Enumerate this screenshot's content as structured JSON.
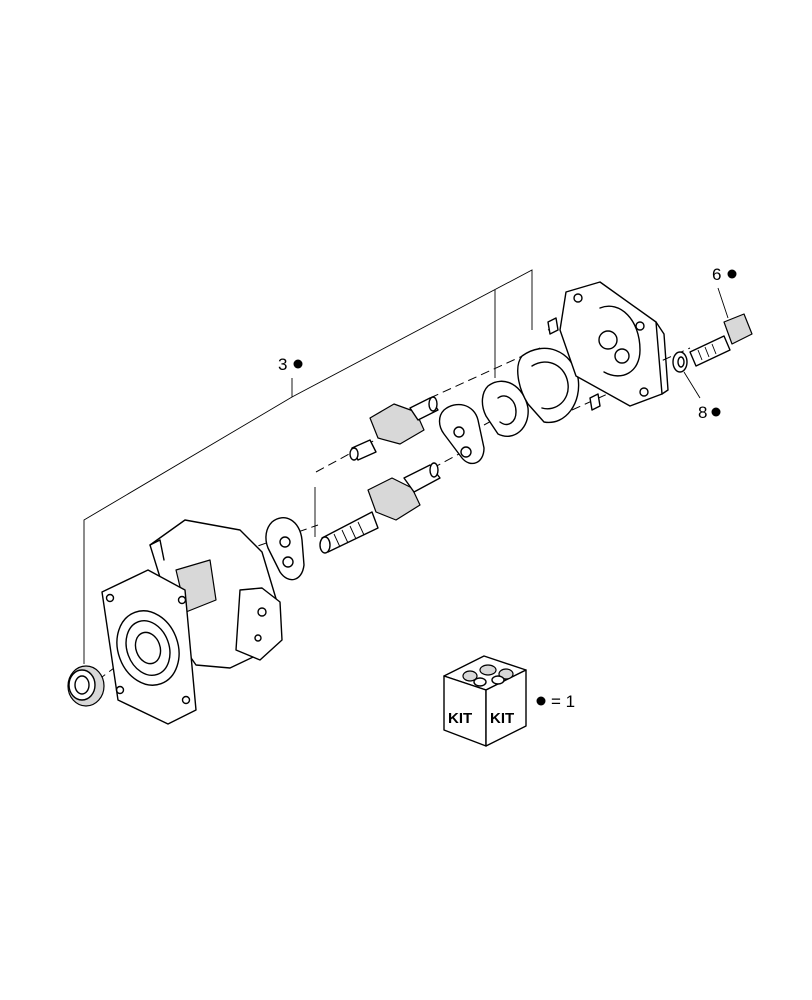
{
  "callouts": [
    {
      "id": "callout-3",
      "number": "3",
      "kit_marker": true
    },
    {
      "id": "callout-6",
      "number": "6",
      "kit_marker": true
    },
    {
      "id": "callout-8",
      "number": "8",
      "kit_marker": true
    }
  ],
  "legend": {
    "box_label_left": "KIT",
    "box_label_right": "KIT",
    "equation_text": "= 1"
  }
}
